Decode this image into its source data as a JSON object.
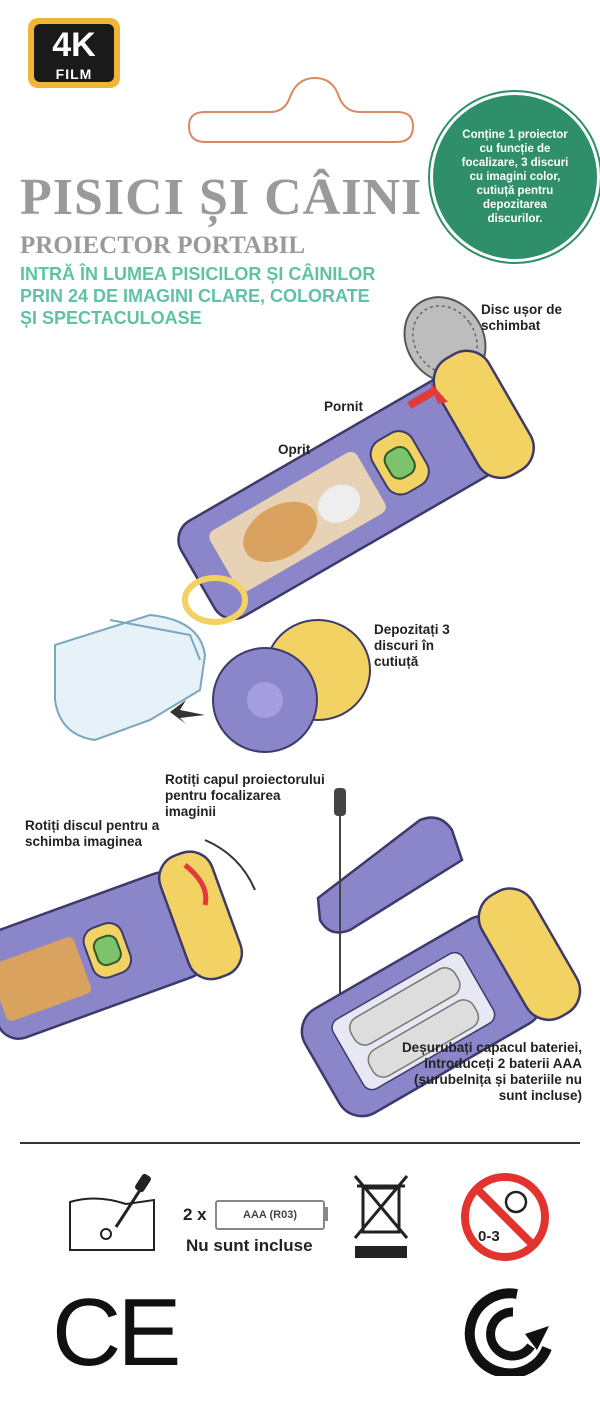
{
  "badge": {
    "top": "4K",
    "bottom": "FILM"
  },
  "title": "PISICI ȘI CÂINI",
  "subtitle": "PROIECTOR PORTABIL",
  "tagline": "INTRĂ ÎN LUMEA PISICILOR ȘI CÂINILOR PRIN 24 DE IMAGINI CLARE, COLORATE ȘI SPECTACULOASE",
  "circle_text": "Conține 1 proiector cu funcție de focalizare, 3 discuri cu imagini color, cutiuță pentru depozitarea discurilor.",
  "labels": {
    "disc": "Disc ușor de schimbat",
    "pornit": "Pornit",
    "oprit": "Oprit",
    "depozitati": "Depozitați 3 discuri în cutiuță",
    "rotiti_cap": "Rotiți capul proiectorului pentru focalizarea imaginii",
    "rotiti_disc": "Rotiți discul pentru a schimba imaginea",
    "desurubati": "Deșurubați capacul bateriei, introduceți 2 baterii AAA (șurubelnița și bateriile nu sunt incluse)"
  },
  "battery": {
    "count": "2 x",
    "type": "AAA (R03)",
    "note": "Nu sunt incluse"
  },
  "age": "0-3",
  "ce": "CE",
  "colors": {
    "purple": "#8b85c9",
    "yellow": "#f2d263",
    "green": "#2f8f6a",
    "teal_text": "#5fc2a4",
    "title_gray": "#9a9a9a"
  }
}
